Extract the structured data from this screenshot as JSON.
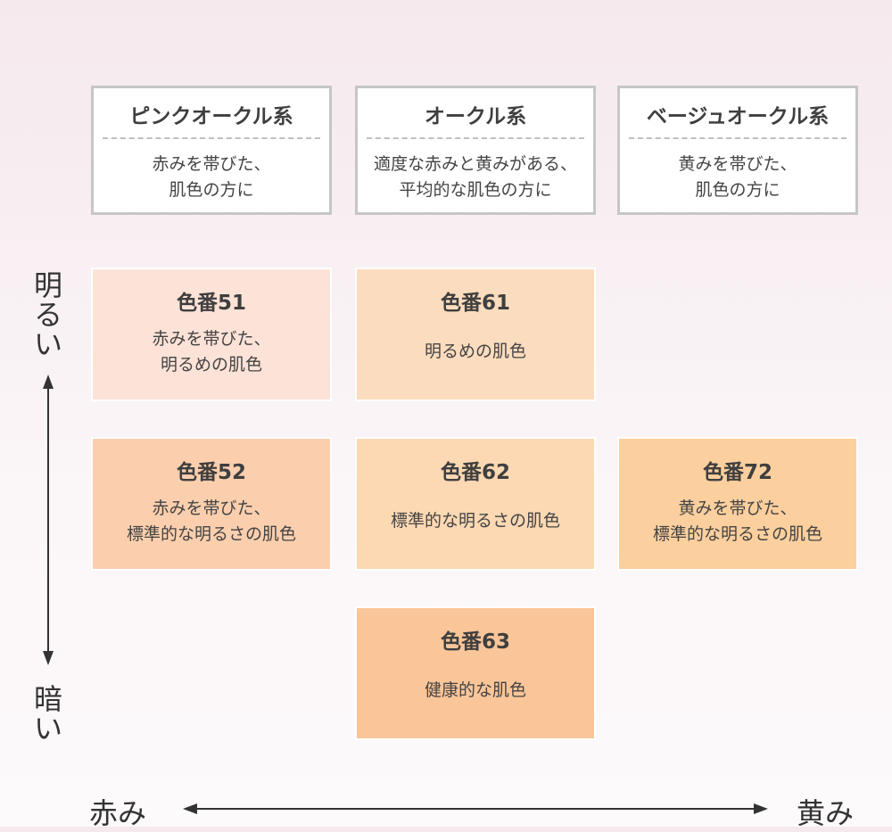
{
  "columns": [
    {
      "title": "ピンクオークル系",
      "desc": "赤みを帯びた、\n肌色の方に"
    },
    {
      "title": "オークル系",
      "desc": "適度な赤みと黄みがある、\n平均的な肌色の方に"
    },
    {
      "title": "ベージュオークル系",
      "desc": "黄みを帯びた、\n肌色の方に"
    }
  ],
  "shades": [
    {
      "code": "色番51",
      "desc": "赤みを帯びた、\n明るめの肌色",
      "color": "#fde3d7"
    },
    {
      "code": "色番61",
      "desc": "明るめの肌色",
      "color": "#fcdcbe"
    },
    {
      "code": "色番52",
      "desc": "赤みを帯びた、\n標準的な明るさの肌色",
      "color": "#fbcfae"
    },
    {
      "code": "色番62",
      "desc": "標準的な明るさの肌色",
      "color": "#fcd8b3"
    },
    {
      "code": "色番72",
      "desc": "黄みを帯びた、\n標準的な明るさの肌色",
      "color": "#fccf9e"
    },
    {
      "code": "色番63",
      "desc": "健康的な肌色",
      "color": "#fac598"
    }
  ],
  "axes": {
    "top": "明るい",
    "bottom": "暗い",
    "left": "赤み",
    "right": "黄み"
  },
  "colors": {
    "header_border": "#c6c6c8",
    "arrow": "#333333"
  }
}
